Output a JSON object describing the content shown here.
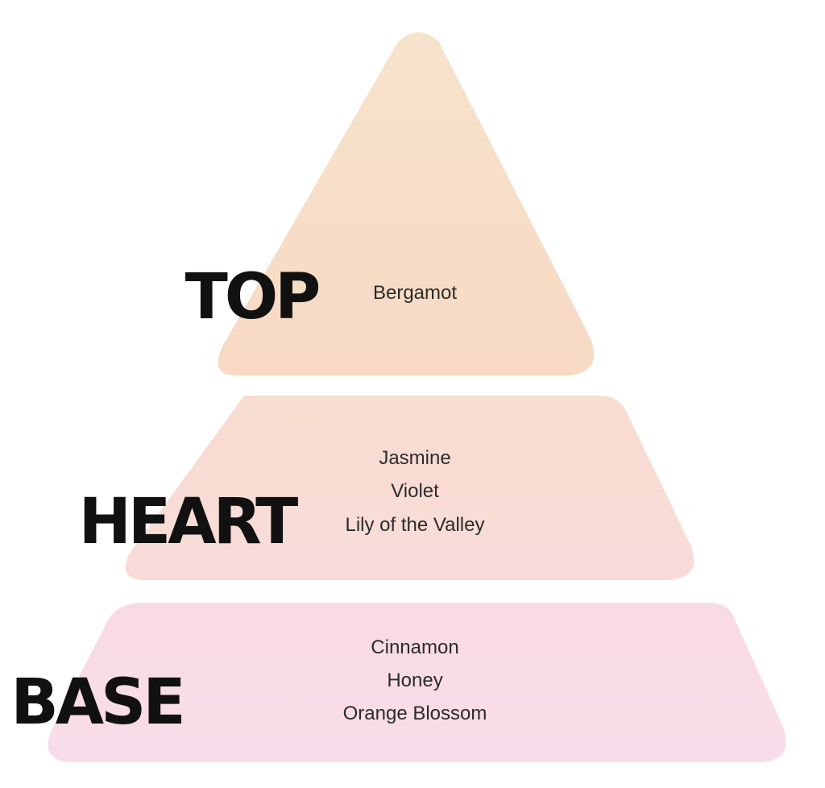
{
  "colors": {
    "top_tier_start": "#f7e3cc",
    "top_tier_end": "#f7d9c4",
    "heart_tier_start": "#f8ddd0",
    "heart_tier_end": "#f8dbd9",
    "base_tier_start": "#f8dbe2",
    "base_tier_end": "#f8dcea",
    "label_color": "#111111",
    "note_color": "#2b2b2b"
  },
  "pyramid": {
    "tiers": [
      {
        "id": "top",
        "label": "TOP",
        "notes": [
          "Bergamot"
        ]
      },
      {
        "id": "heart",
        "label": "HEART",
        "notes": [
          "Jasmine",
          "Violet",
          "Lily of the Valley"
        ]
      },
      {
        "id": "base",
        "label": "BASE",
        "notes": [
          "Cinnamon",
          "Honey",
          "Orange Blossom"
        ]
      }
    ]
  }
}
